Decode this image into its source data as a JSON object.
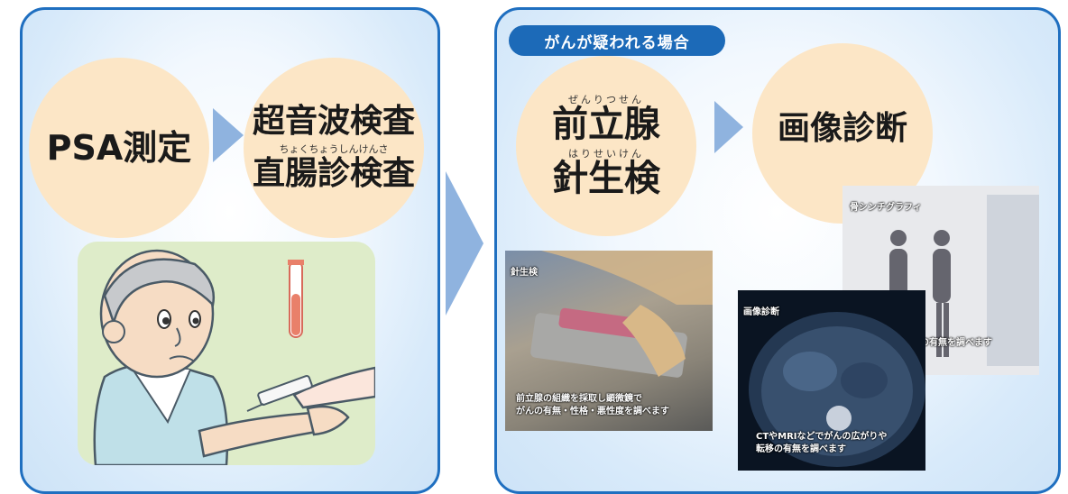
{
  "left": {
    "step1": "PSA測定",
    "step2_line1": "超音波検査",
    "step2_ruby": "ちょくちょうしんけんさ",
    "step2_line2": "直腸診検査"
  },
  "right": {
    "badge": "がんが疑われる場合",
    "biopsy_ruby1": "ぜんりつせん",
    "biopsy_line1": "前立腺",
    "biopsy_ruby2": "はりせいけん",
    "biopsy_line2": "針生検",
    "imaging": "画像診断",
    "photo1_title": "針生検",
    "photo1_cap1": "前立腺の組織を採取し顕微鏡で",
    "photo1_cap2": "がんの有無・性格・悪性度を調べます",
    "photo2_title": "画像診断",
    "photo2_cap1": "CTやMRIなどでがんの広がりや",
    "photo2_cap2": "転移の有無を調べます",
    "photo3_title": "骨シンチグラフィ",
    "photo3_cap": "がんの骨への転移の有無を調べます"
  },
  "colors": {
    "border": "#1f6fc0",
    "circle": "#fce6c6",
    "arrow": "#8fb3df",
    "badge": "#1c6ab8"
  }
}
